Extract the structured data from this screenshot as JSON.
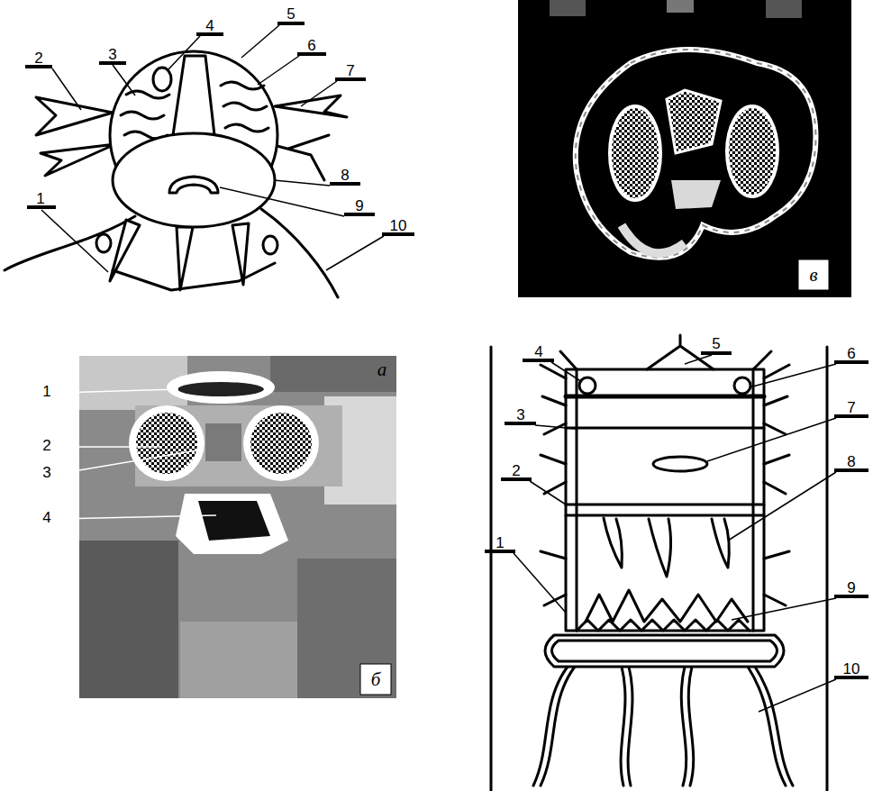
{
  "diagram": {
    "labels": [
      "1",
      "2",
      "3",
      "4",
      "5",
      "6",
      "7",
      "8",
      "9",
      "10",
      "в",
      "а",
      "б",
      "1",
      "2",
      "3",
      "4",
      "1",
      "2",
      "3",
      "4",
      "5",
      "6",
      "7",
      "8",
      "9",
      "10"
    ]
  }
}
